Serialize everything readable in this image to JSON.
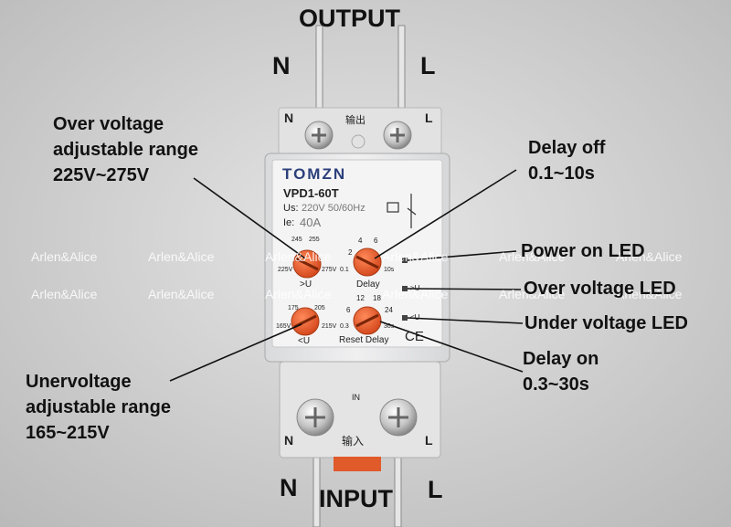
{
  "labels": {
    "output": "OUTPUT",
    "input": "INPUT",
    "n_top": "N",
    "l_top": "L",
    "n_bottom": "N",
    "l_bottom": "L",
    "over_voltage": [
      "Over voltage",
      "adjustable range",
      "225V~275V"
    ],
    "under_voltage": [
      "Unervoltage",
      "adjustable range",
      "165~215V"
    ],
    "delay_off": [
      "Delay off",
      "0.1~10s"
    ],
    "delay_on": [
      "Delay on",
      "0.3~30s"
    ],
    "power_led": "Power on LED",
    "over_led": "Over voltage LED",
    "under_led": "Under voltage LED"
  },
  "device": {
    "brand": "TOMZN",
    "model": "VPD1-60T",
    "us_prefix": "Us:",
    "us_value": "220V 50/60Hz",
    "ie_prefix": "Ie:",
    "ie_value": "40A",
    "top_terminal_n": "N",
    "top_terminal_l": "L",
    "top_cn": "输出",
    "bottom_terminal_n": "N",
    "bottom_terminal_l": "L",
    "bottom_cn": "输入",
    "bottom_in": "IN",
    "dial_over_ticks": [
      "245",
      "255",
      "225V",
      "275V"
    ],
    "dial_over_label": ">U",
    "dial_delay_ticks": [
      "4",
      "6",
      "2",
      "0.1",
      "10s"
    ],
    "dial_delay_label": "Delay",
    "dial_under_ticks": [
      "175",
      "205",
      "165V",
      "215V"
    ],
    "dial_under_label": "<U",
    "dial_reset_ticks": [
      "12",
      "18",
      "6",
      "24",
      "0.3",
      "30s"
    ],
    "dial_reset_label": "Reset Delay",
    "led_over": ">U",
    "led_under": "<U",
    "ce_mark": "CE"
  },
  "watermark": "Arlen&Alice",
  "colors": {
    "background": "#cfcfcf",
    "device_body": "#e9e9ea",
    "dial_orange": "#e8552a",
    "brand_blue": "#2b3f7a",
    "label_text": "#111111"
  }
}
